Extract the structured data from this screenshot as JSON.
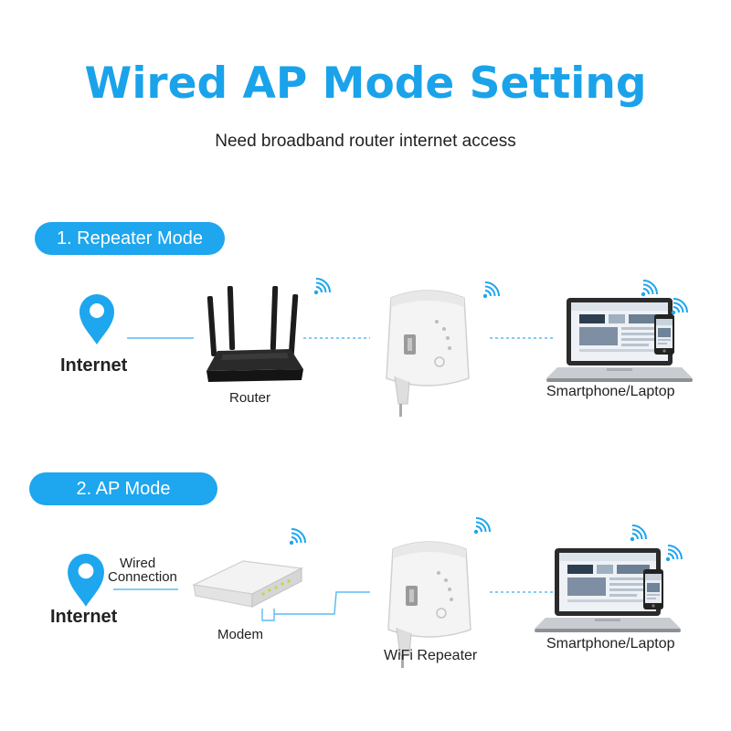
{
  "header": {
    "title": "Wired AP Mode Setting",
    "subtitle": "Need broadband router internet access"
  },
  "modes": [
    {
      "label": "1. Repeater Mode",
      "internet_label": "Internet",
      "router_label": "Router",
      "device_label": "Smartphone/Laptop"
    },
    {
      "label": "2. AP Mode",
      "internet_label": "Internet",
      "connection_label_line1": "Wired",
      "connection_label_line2": "Connection",
      "modem_label": "Modem",
      "repeater_label": "WiFi Repeater",
      "device_label": "Smartphone/Laptop"
    }
  ],
  "colors": {
    "accent": "#1ea6ee",
    "title": "#1aa3ea",
    "line": "#5bbcf0"
  },
  "icons": [
    "location-pin-icon",
    "wifi-signal-icon"
  ]
}
